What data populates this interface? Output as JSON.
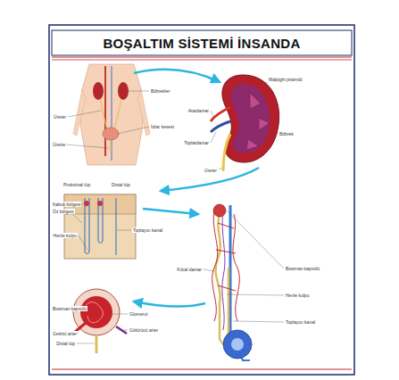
{
  "diagram": {
    "title": "BOŞALTIM SİSTEMİ İNSANDA",
    "labels": [
      "Böbrekler",
      "Üreter",
      "İdrar kesesi",
      "Üretra",
      "Malpighi piramidi",
      "Atardamar",
      "Toplardamar",
      "Böbrek",
      "Proksimal tüp",
      "Distal tüp",
      "Kabuk bölgesi",
      "Öz bölgesi",
      "Henle kulpu",
      "Toplayıcı kanal",
      "Bowman kapsülü",
      "Glomerul",
      "Getirici arter",
      "Götürücü arter",
      "Distal tüp",
      "Bowman kapsülü",
      "Henle kulpu",
      "Toplayıcı kanal",
      "Kılcal damar",
      "Üreter"
    ]
  }
}
